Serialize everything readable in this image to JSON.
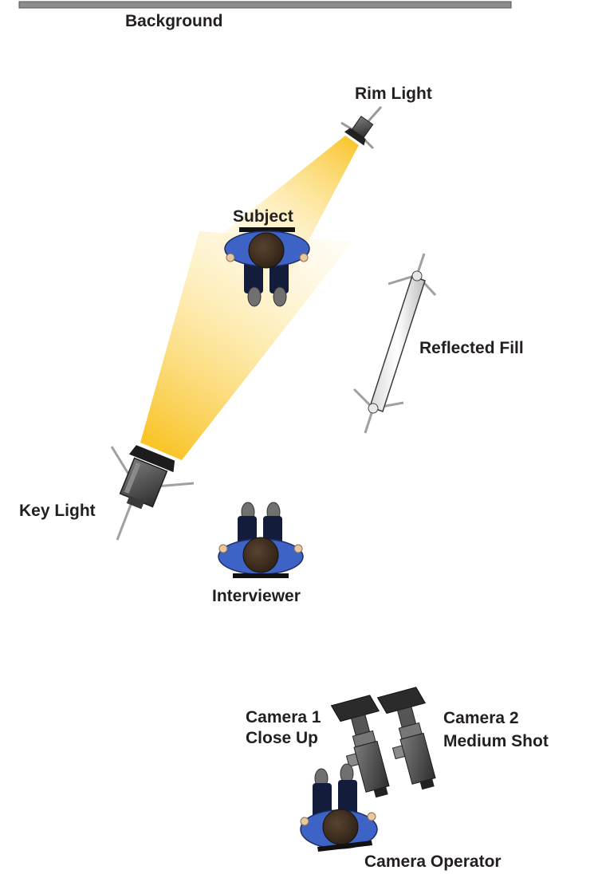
{
  "labels": {
    "background": "Background",
    "rim_light": "Rim Light",
    "subject": "Subject",
    "reflected_fill": "Reflected Fill",
    "key_light": "Key Light",
    "interviewer": "Interviewer",
    "camera1_line1": "Camera 1",
    "camera1_line2": "Close Up",
    "camera2_line1": "Camera 2",
    "camera2_line2": "Medium Shot",
    "camera_operator": "Camera Operator"
  },
  "colors": {
    "beam_warm": "#f9c52b",
    "shirt_blue": "#3d63c6",
    "pants_navy": "#141c3c",
    "hair_brown": "#3a2a1c",
    "equipment_gray": "#4a4a4a",
    "background_wall": "#8c8c8c"
  }
}
